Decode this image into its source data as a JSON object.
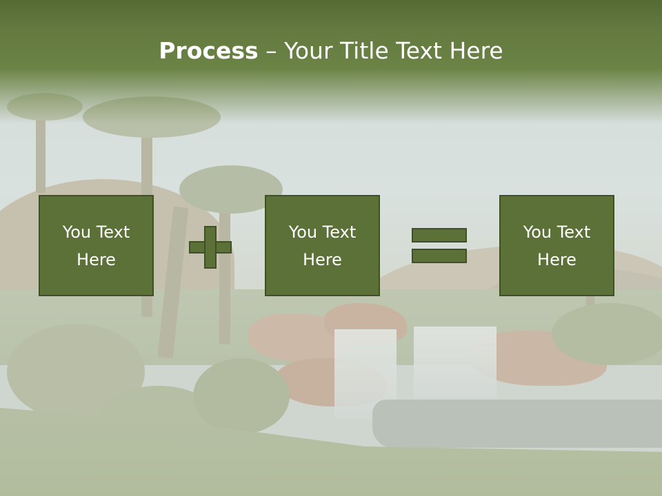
{
  "slide": {
    "title_bold": "Process",
    "title_rest": " – Your Title Text Here",
    "boxes": [
      {
        "line1": "You Text",
        "line2": "Here"
      },
      {
        "line1": "You Text",
        "line2": "Here"
      },
      {
        "line1": "You Text",
        "line2": "Here"
      }
    ],
    "operators": [
      "plus",
      "equals"
    ]
  },
  "colors": {
    "header": "#647a40",
    "box_fill": "#5c7138",
    "box_border": "#404f26",
    "text": "#ffffff"
  }
}
